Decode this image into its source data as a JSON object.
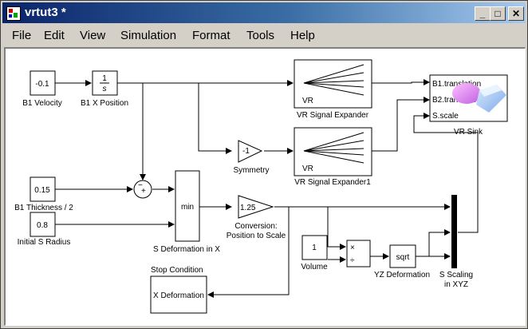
{
  "window": {
    "title": "vrtut3 *",
    "buttons": {
      "minimize": "_",
      "maximize": "□",
      "close": "✕"
    }
  },
  "menu": [
    "File",
    "Edit",
    "View",
    "Simulation",
    "Format",
    "Tools",
    "Help"
  ],
  "blocks": {
    "b1_velocity": {
      "value": "-0.1",
      "name": "B1 Velocity"
    },
    "b1_x_position": {
      "num": "1",
      "den": "s",
      "name": "B1 X Position"
    },
    "vr_expander": {
      "text": "VR",
      "name": "VR Signal Expander"
    },
    "vr_expander1": {
      "text": "VR",
      "name": "VR Signal Expander1"
    },
    "symmetry": {
      "value": "-1",
      "name": "Symmetry"
    },
    "vr_sink": {
      "name": "VR Sink",
      "ports": [
        "B1.translation",
        "B2.translation",
        "S.scale"
      ]
    },
    "sum": {
      "minus": "−",
      "plus": "+"
    },
    "b1_thickness": {
      "value": "0.15",
      "name": "B1 Thickness / 2"
    },
    "initial_s_radius": {
      "value": "0.8",
      "name": "Initial S Radius"
    },
    "s_deformation": {
      "text": "min",
      "name": "S Deformation in X"
    },
    "conversion": {
      "value": "1.25",
      "name1": "Conversion:",
      "name2": "Position to Scale"
    },
    "volume": {
      "value": "1",
      "name": "Volume"
    },
    "product": {
      "times": "×",
      "divide": "÷"
    },
    "sqrt": {
      "text": "sqrt",
      "name": "YZ Deformation"
    },
    "mux": {
      "name1": "S Scaling",
      "name2": "in XYZ"
    },
    "stop_condition": {
      "title": "Stop Condition",
      "text": "X Deformation"
    }
  }
}
